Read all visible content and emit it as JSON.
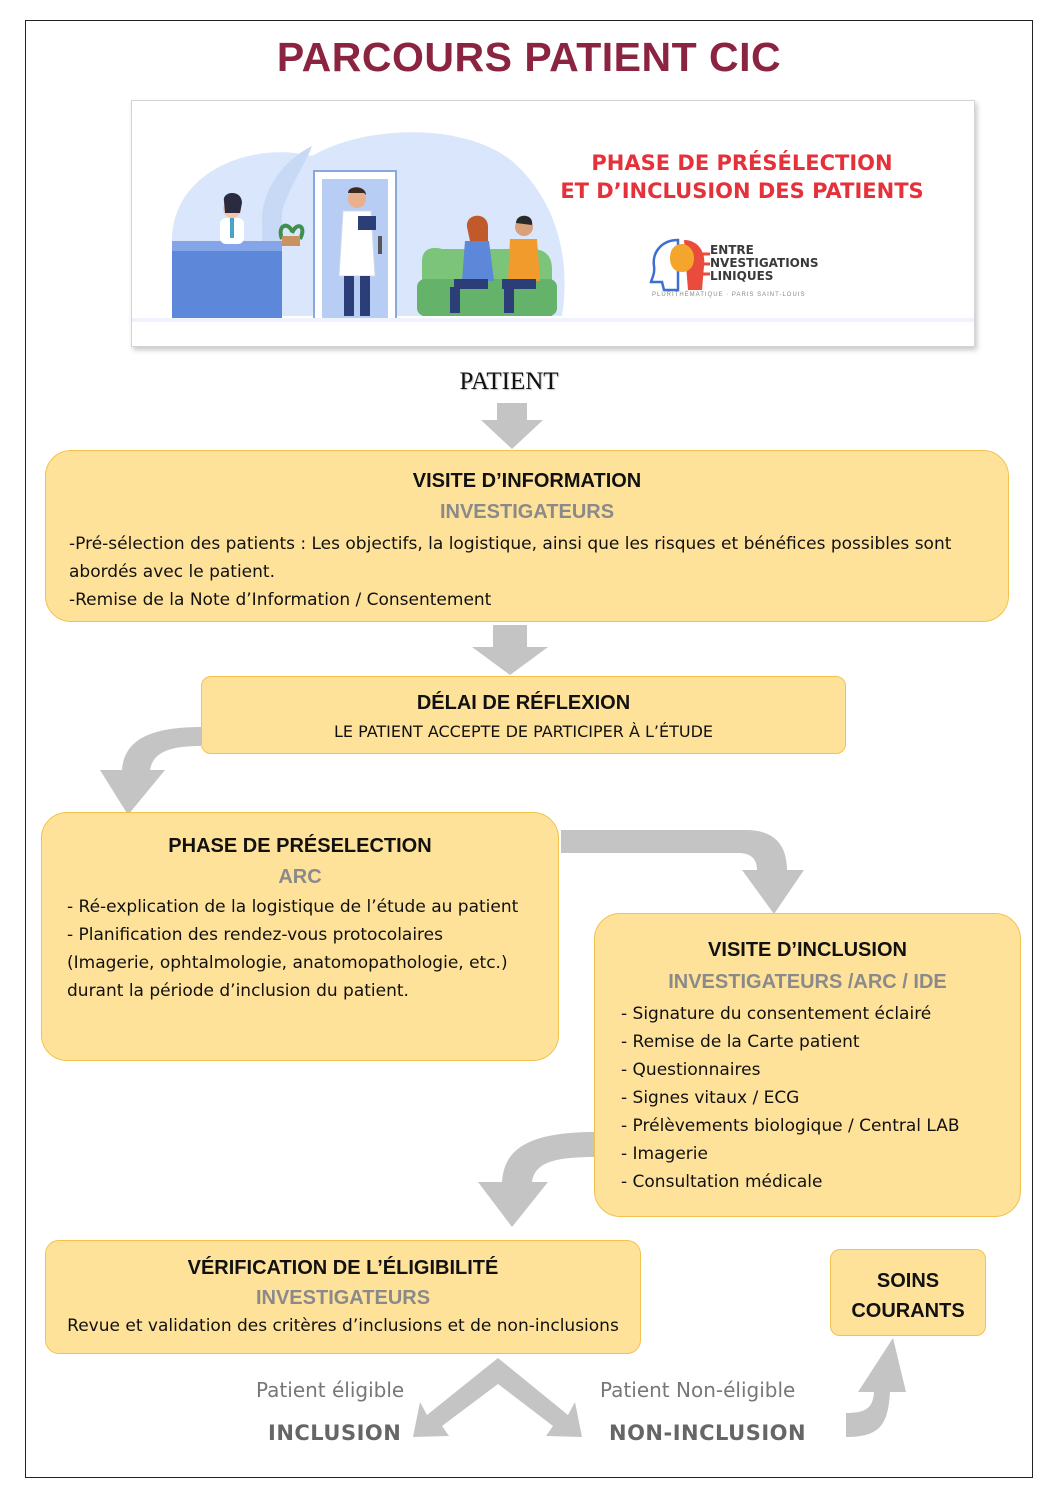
{
  "title": "PARCOURS PATIENT CIC",
  "banner": {
    "heading_line1": "PHASE DE PRÉSÉLECTION",
    "heading_line2": "ET D’INCLUSION DES PATIENTS",
    "logo_line1": "ENTRE",
    "logo_line2": "NVESTIGATIONS",
    "logo_line3": "LINIQUES",
    "logo_subtitle": "PLURITHÉMATIQUE · PARIS SAINT-LOUIS",
    "illustration": "clinic-waiting-room-illustration"
  },
  "patient_label": "PATIENT",
  "visite_information": {
    "heading": "VISITE D’INFORMATION",
    "role": "INVESTIGATEURS",
    "line1": "-Pré-sélection des patients : Les objectifs, la logistique, ainsi que les risques et bénéfices possibles sont",
    "line2": "abordés avec le patient.",
    "line3": "-Remise de la Note d’Information / Consentement"
  },
  "delai_reflexion": {
    "heading": "DÉLAI DE RÉFLEXION",
    "text": "LE PATIENT ACCEPTE DE PARTICIPER À L’ÉTUDE"
  },
  "phase_preselection": {
    "heading": "PHASE DE PRÉSELECTION",
    "role": "ARC",
    "line1": "- Ré-explication de la logistique de l’étude au patient",
    "line2": "- Planification des rendez-vous protocolaires",
    "line3": "(Imagerie, ophtalmologie, anatomopathologie, etc.)",
    "line4": "durant la période d’inclusion du patient."
  },
  "visite_inclusion": {
    "heading": "VISITE D’INCLUSION",
    "role": "INVESTIGATEURS /ARC / IDE",
    "items": [
      "- Signature du consentement éclairé",
      "- Remise de la Carte patient",
      "- Questionnaires",
      "- Signes vitaux / ECG",
      "- Prélèvements biologique / Central LAB",
      "- Imagerie",
      "- Consultation médicale"
    ]
  },
  "verification": {
    "heading": "VÉRIFICATION DE L’ÉLIGIBILITÉ",
    "role": "INVESTIGATEURS",
    "text": "Revue et validation des critères d’inclusions et de non-inclusions"
  },
  "soins": {
    "line1": "SOINS",
    "line2": "COURANTS"
  },
  "outcomes": {
    "eligible_label": "Patient éligible",
    "eligible_result": "INCLUSION",
    "non_eligible_label": "Patient Non-éligible",
    "non_eligible_result": "NON-INCLUSION"
  },
  "colors": {
    "title": "#8b2440",
    "box_fill": "#ffe29a",
    "box_border": "#f3c24a",
    "arrow": "#c4c4c4",
    "role_text": "#8a8a8a",
    "banner_heading": "#e5313a"
  }
}
